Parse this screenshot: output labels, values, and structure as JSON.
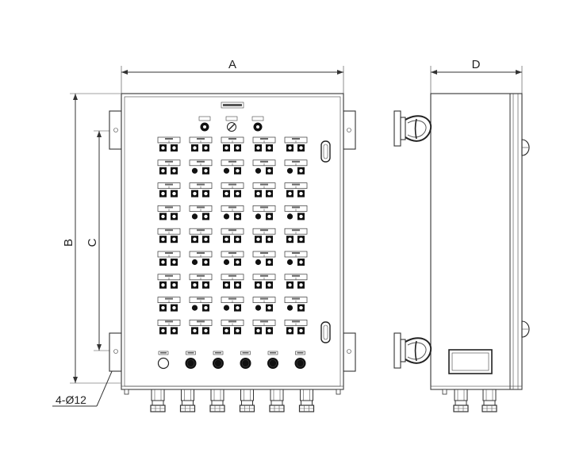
{
  "dimensions": {
    "width_label": "A",
    "height_label": "B",
    "mount_spacing_label": "C",
    "depth_label": "D",
    "hole_label": "4-Ø12"
  },
  "front_view": {
    "module_rows": 9,
    "module_columns": 5,
    "indicator_count": 3,
    "bottom_button_count": 6,
    "cable_gland_count": 6,
    "mounting_ear_count": 4,
    "window_count": 2
  },
  "side_view": {
    "hinge_count": 2,
    "knob_count": 2,
    "gland_count": 2,
    "inspection_window_count": 1
  }
}
